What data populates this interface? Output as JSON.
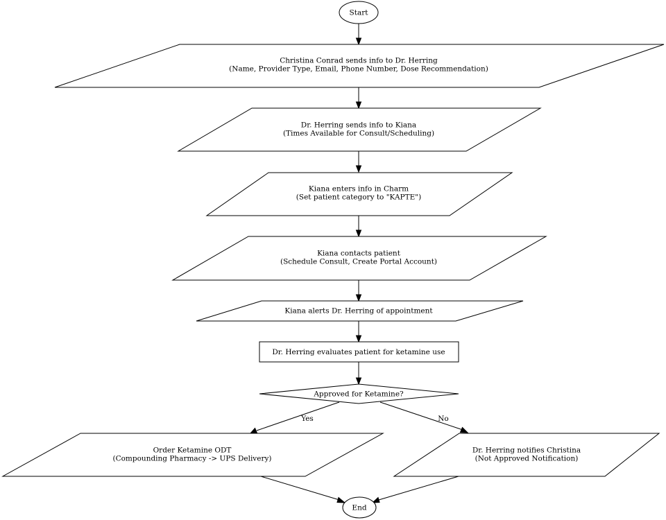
{
  "nodes": {
    "start": {
      "text": "Start"
    },
    "conrad_sends": {
      "line1": "Christina Conrad sends info to Dr. Herring",
      "line2": "(Name, Provider Type, Email, Phone Number, Dose Recommendation)"
    },
    "herring_sends": {
      "line1": "Dr. Herring sends info to Kiana",
      "line2": "(Times Available for Consult/Scheduling)"
    },
    "kiana_enters": {
      "line1": "Kiana enters info in Charm",
      "line2": "(Set patient category to \"KAPTE\")"
    },
    "kiana_contacts": {
      "line1": "Kiana contacts patient",
      "line2": "(Schedule Consult, Create Portal Account)"
    },
    "kiana_alerts": {
      "text": "Kiana alerts Dr. Herring of appointment"
    },
    "herring_evaluates": {
      "text": "Dr. Herring evaluates patient for ketamine use"
    },
    "approved_decision": {
      "text": "Approved for Ketamine?"
    },
    "order_ketamine": {
      "line1": "Order Ketamine ODT",
      "line2": "(Compounding Pharmacy -> UPS Delivery)"
    },
    "herring_notifies": {
      "line1": "Dr. Herring notifies Christina",
      "line2": "(Not Approved Notification)"
    },
    "end": {
      "text": "End"
    }
  },
  "edges": {
    "yes_label": "Yes",
    "no_label": "No"
  }
}
